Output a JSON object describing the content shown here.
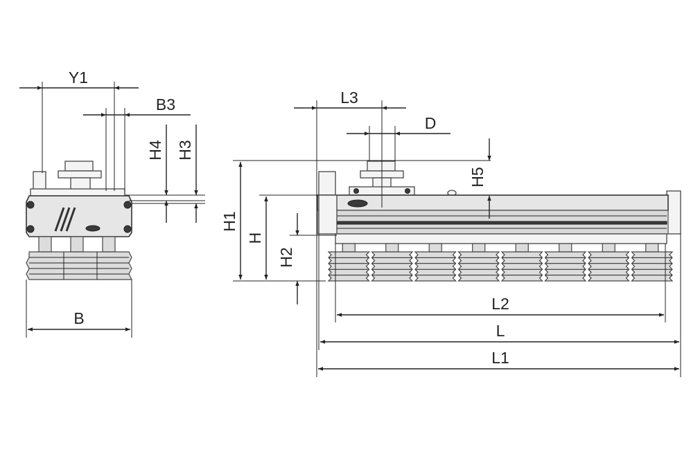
{
  "labels": {
    "y1": "Y1",
    "b3": "B3",
    "h4": "H4",
    "h3": "H3",
    "b": "B",
    "l3": "L3",
    "d": "D",
    "h5": "H5",
    "h1": "H1",
    "h": "H",
    "h2": "H2",
    "l2": "L2",
    "l": "L",
    "l1": "L1"
  },
  "colors": {
    "line": "#222222",
    "body_fill": "#e6e6e6",
    "dark_parts": "#3a3a3a"
  }
}
